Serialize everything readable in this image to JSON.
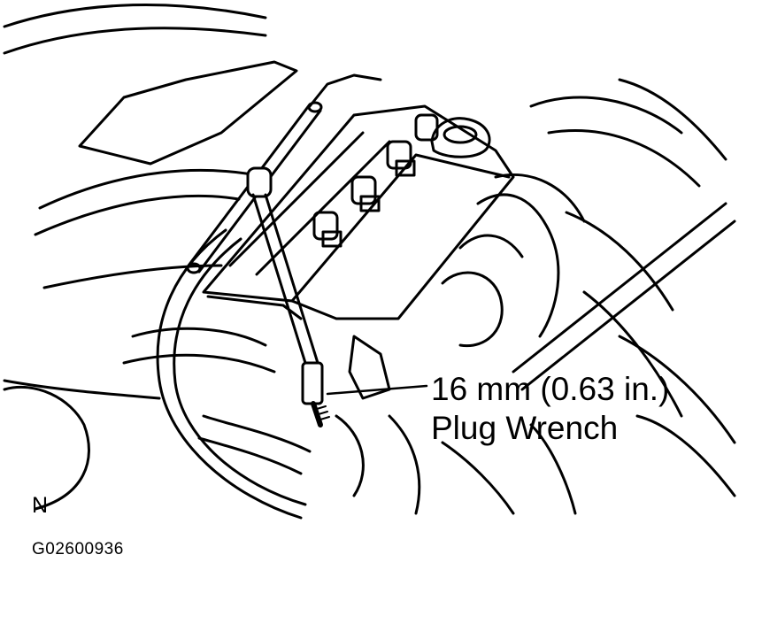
{
  "callout": {
    "size": "16 mm (0.63 in.)",
    "tool": "Plug Wrench"
  },
  "view_code": "N",
  "figure_id": "G02600936",
  "colors": {
    "ink": "#000000",
    "paper": "#ffffff"
  }
}
